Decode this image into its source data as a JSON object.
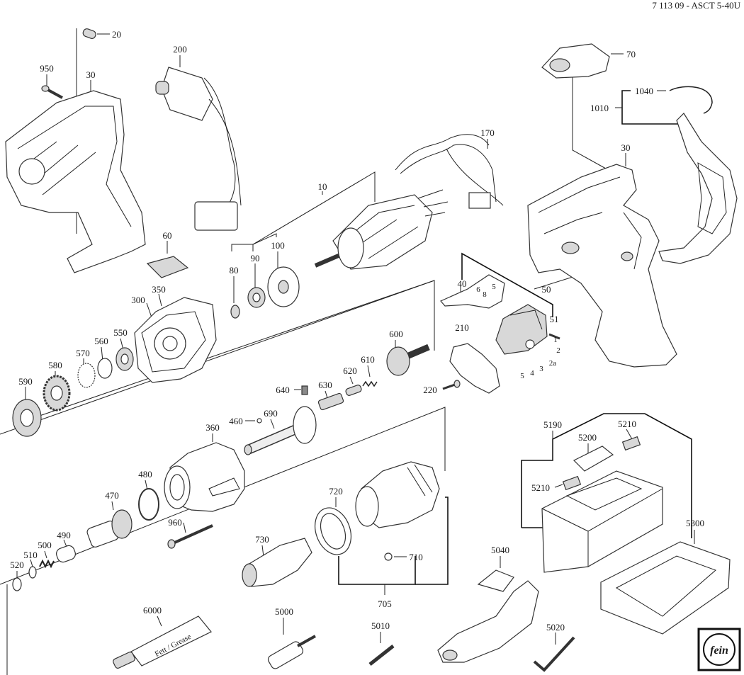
{
  "header": {
    "code": "7 113 09 - ASCT 5-40U"
  },
  "colors": {
    "ink": "#1a1a1a",
    "shade": "#d8d8d8",
    "dark": "#8a8a8a"
  },
  "logo": {
    "text": "fein"
  },
  "labels": [
    "20",
    "200",
    "950",
    "30",
    "60",
    "350",
    "300",
    "10",
    "80",
    "90",
    "100",
    "170",
    "70",
    "1040",
    "1010",
    "30",
    "40",
    "6",
    "8",
    "5",
    "50",
    "51",
    "1",
    "2",
    "2a",
    "3",
    "4",
    "5",
    "210",
    "220",
    "600",
    "610",
    "620",
    "630",
    "640",
    "550",
    "560",
    "570",
    "580",
    "590",
    "460",
    "690",
    "360",
    "480",
    "470",
    "490",
    "500",
    "510",
    "520",
    "960",
    "720",
    "730",
    "710",
    "705",
    "5190",
    "5200",
    "5210",
    "5210",
    "5300",
    "5040",
    "5000",
    "5010",
    "5020",
    "6000"
  ]
}
